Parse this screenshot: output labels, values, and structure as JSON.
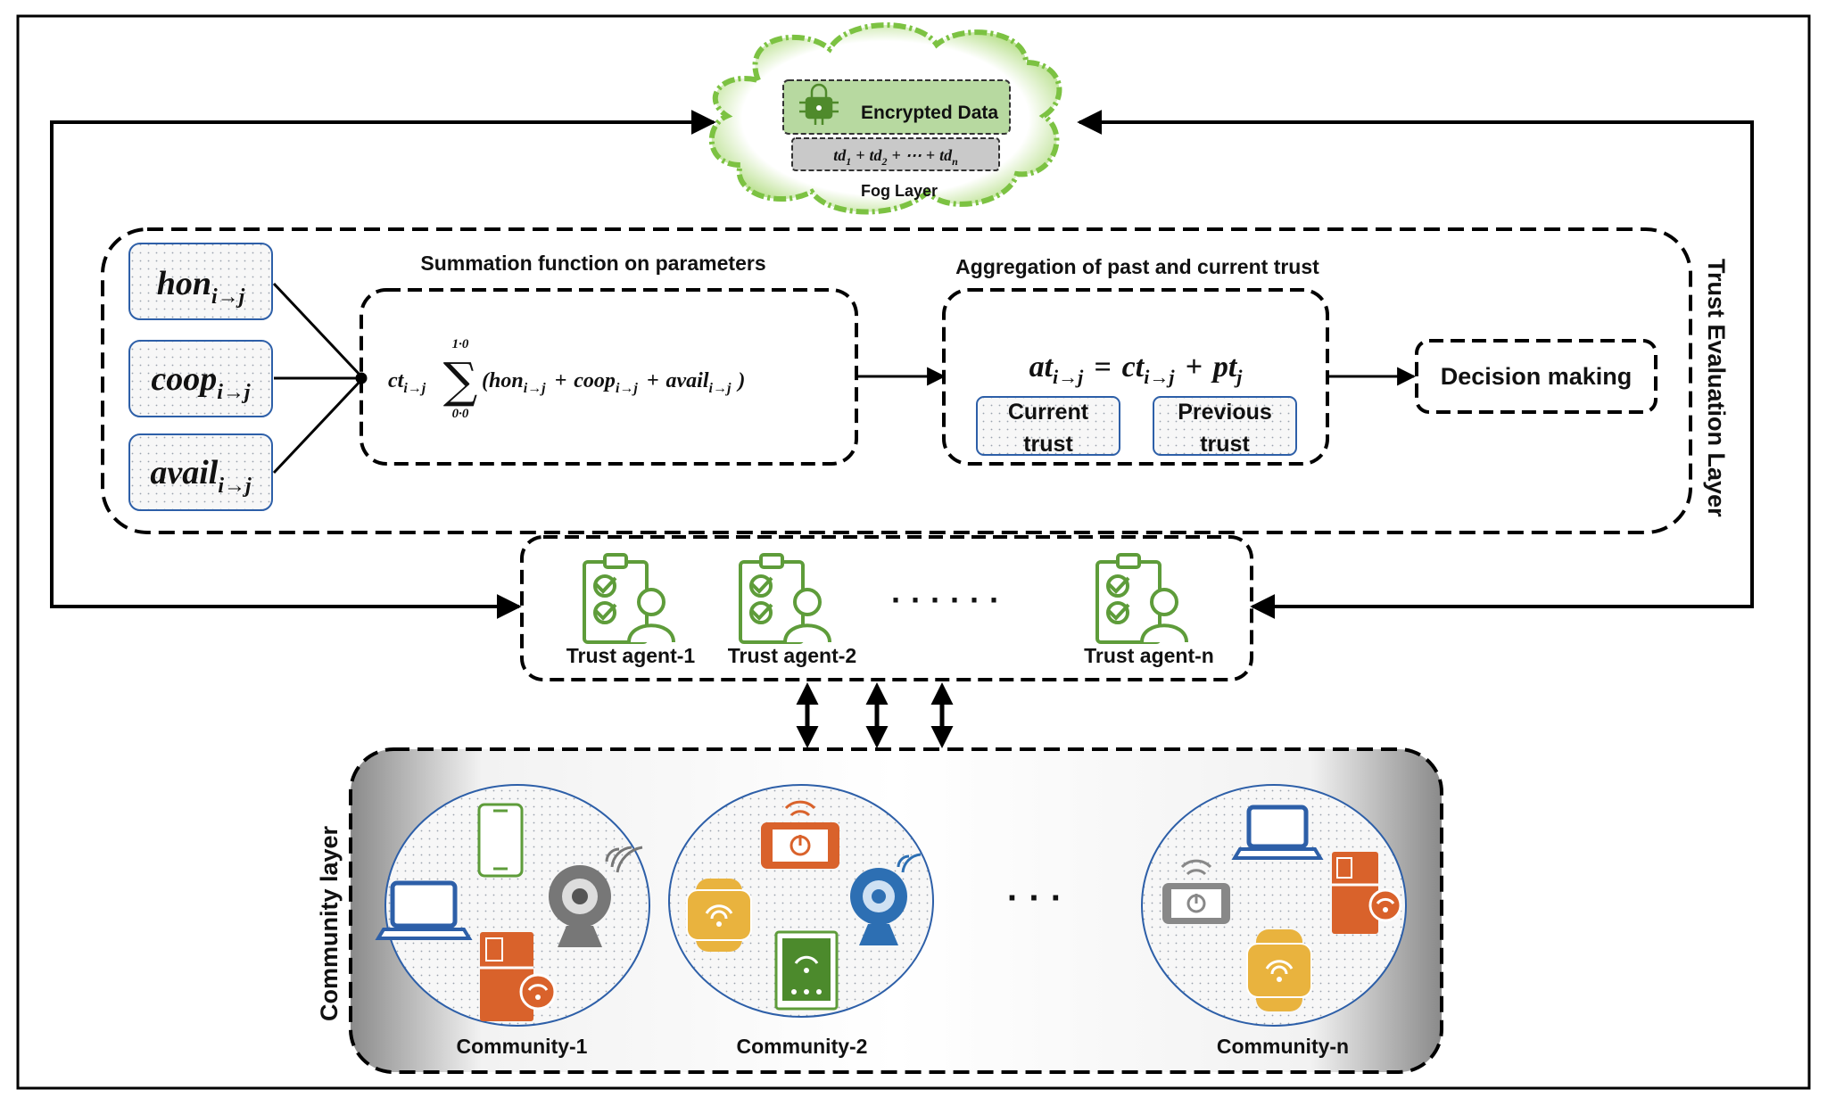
{
  "fog": {
    "encrypted_label": "Encrypted Data",
    "sum_base": "td",
    "sum_idx1": "1",
    "sum_idx2": "2",
    "sum_idxn": "n",
    "plus": "+",
    "dots": "⋯",
    "layer_label": "Fog Layer"
  },
  "trust_layer": {
    "label": "Trust Evaluation Layer",
    "summation_title": "Summation function on parameters",
    "aggregation_title": "Aggregation of past and current trust",
    "decision": "Decision making",
    "current_line1": "Current",
    "current_line2": "trust",
    "previous_line1": "Previous",
    "previous_line2": "trust"
  },
  "params": [
    {
      "base": "hon",
      "sub": "i→j"
    },
    {
      "base": "coop",
      "sub": "i→j"
    },
    {
      "base": "avail",
      "sub": "i→j"
    }
  ],
  "formula1": {
    "ct": "ct",
    "sub": "i→j",
    "upper": "1·0",
    "lower": "0·0",
    "sigma": "∑",
    "open": "(",
    "t1": "hon",
    "t2": "coop",
    "t3": "avail",
    "plus": "+",
    "close": ")"
  },
  "formula2": {
    "at": "at",
    "sub": "i→j",
    "eq": "=",
    "ct": "ct",
    "plus": "+",
    "pt": "pt",
    "pt_sub": "j"
  },
  "agents": {
    "items": [
      "Trust agent-1",
      "Trust agent-2",
      "Trust agent-n"
    ],
    "dots": "· · · · · ·"
  },
  "community": {
    "layer_label": "Community layer",
    "items": [
      "Community-1",
      "Community-2",
      "Community-n"
    ],
    "dots": "·   ·   ·"
  },
  "colors": {
    "green": "#5e9c3a",
    "blue": "#2d5fa8",
    "orange": "#d9622b",
    "yellow": "#e9b33e",
    "gray": "#808080",
    "darkgray": "#666666"
  },
  "icons": [
    "lock-chip-icon",
    "clipboard-user-icon",
    "laptop-icon",
    "smartphone-icon",
    "webcam-icon",
    "smart-fridge-icon",
    "tablet-power-icon",
    "smartwatch-icon",
    "router-icon"
  ]
}
